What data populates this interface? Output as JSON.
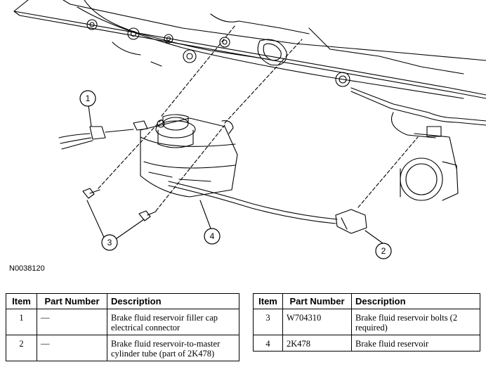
{
  "figure": {
    "id": "N0038120",
    "callouts": [
      "1",
      "2",
      "3",
      "4"
    ]
  },
  "table_headers": {
    "item": "Item",
    "part_number": "Part Number",
    "description": "Description"
  },
  "table_left": {
    "rows": [
      {
        "item": "1",
        "part": "—",
        "description": "Brake fluid reservoir filler cap electrical connector"
      },
      {
        "item": "2",
        "part": "—",
        "description": "Brake fluid reservoir-to-master cylinder tube (part of 2K478)"
      }
    ]
  },
  "table_right": {
    "rows": [
      {
        "item": "3",
        "part": "W704310",
        "description": "Brake fluid reservoir bolts (2 required)"
      },
      {
        "item": "4",
        "part": "2K478",
        "description": "Brake fluid reservoir"
      }
    ]
  }
}
